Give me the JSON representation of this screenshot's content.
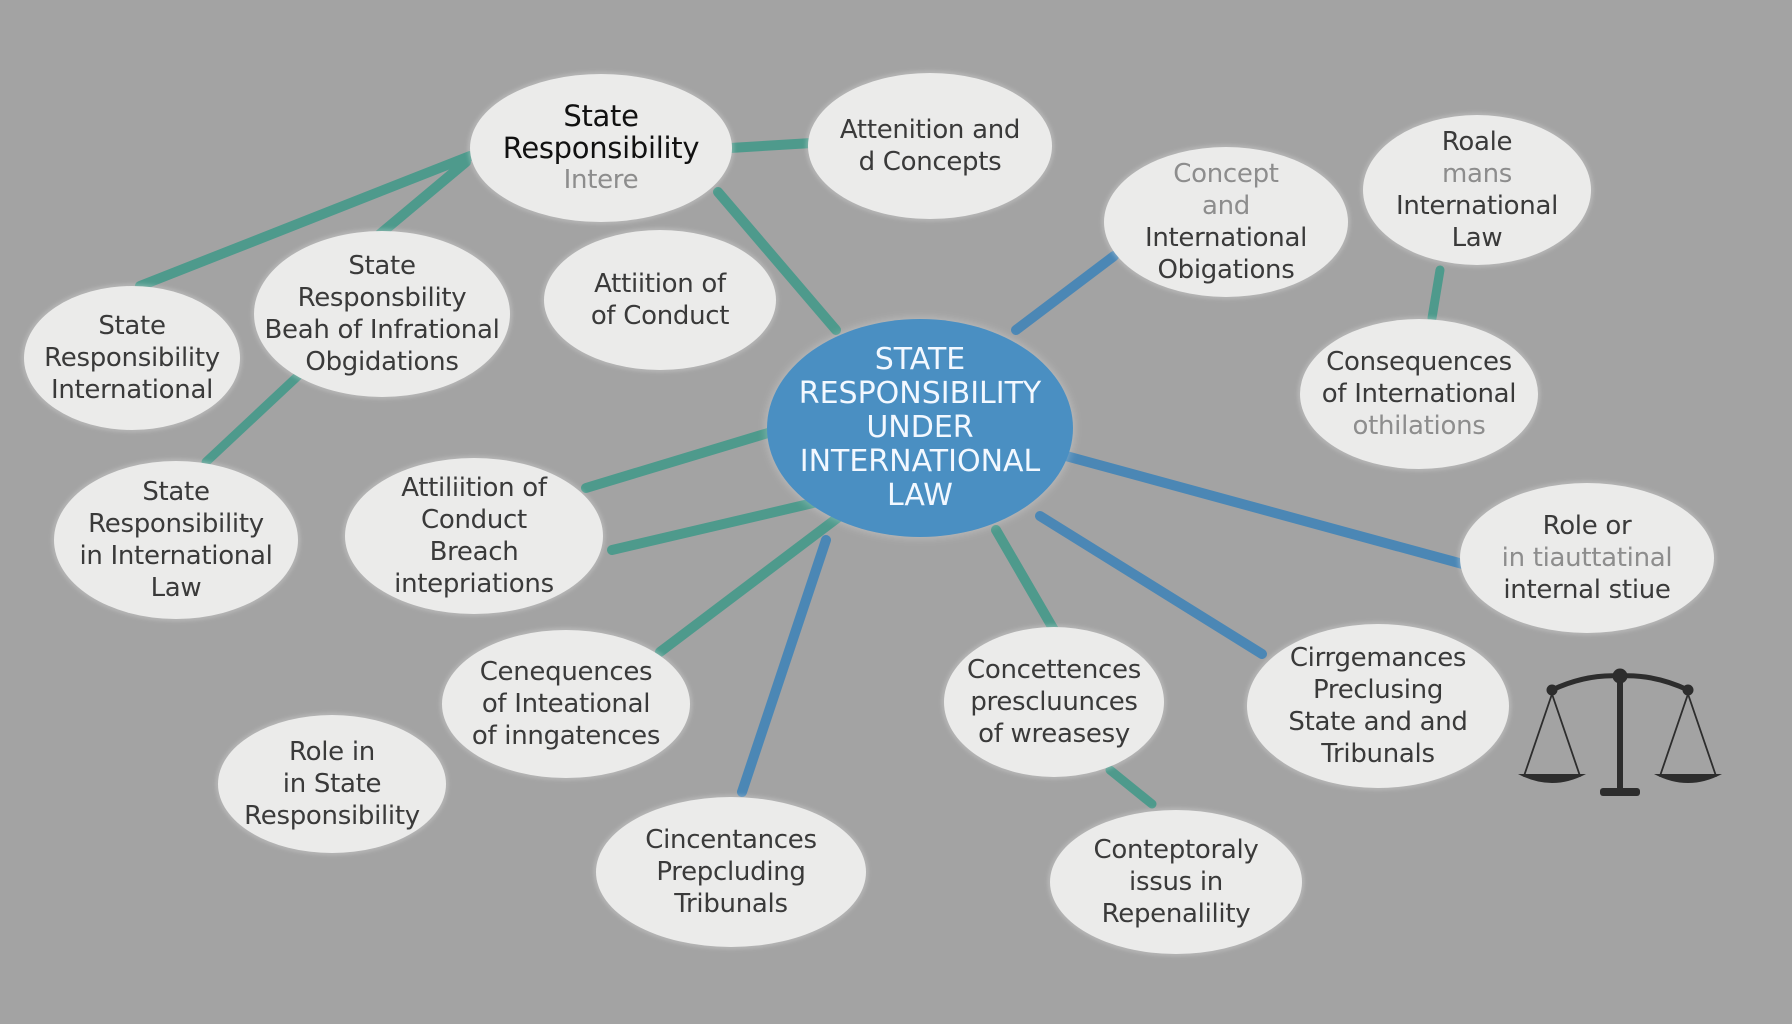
{
  "colors": {
    "background": "#a3a3a3",
    "node_fill": "#ebebea",
    "center_fill": "#4a8fc2",
    "teal_link": "#4e9a8c",
    "blue_link": "#4b87b5"
  },
  "center": {
    "lines": [
      "STATE",
      "RESPONSIBILITY",
      "UNDER",
      "INTERNATIONAL",
      "LAW"
    ]
  },
  "nodes": [
    {
      "id": "n1",
      "lines": [
        "State",
        "Responsibility",
        "Intere"
      ]
    },
    {
      "id": "n2",
      "lines": [
        "Attenition and",
        "d Concepts"
      ]
    },
    {
      "id": "n3",
      "lines": [
        "Attiition of",
        "of Conduct"
      ]
    },
    {
      "id": "n4",
      "lines": [
        "State",
        "Responsbility",
        "Beah of Infrational",
        "Obgidations"
      ]
    },
    {
      "id": "n5",
      "lines": [
        "State",
        "Responsibility",
        "International"
      ]
    },
    {
      "id": "n6",
      "lines": [
        "State",
        "Responsibility",
        "in International",
        "Law"
      ]
    },
    {
      "id": "n7",
      "lines": [
        "Attiliition of",
        "Conduct",
        "Breach",
        "intepriations"
      ]
    },
    {
      "id": "n8",
      "lines": [
        "Cenequences",
        "of Inteational",
        "of inngatences"
      ]
    },
    {
      "id": "n9",
      "lines": [
        "Role in",
        "in State",
        "Responsibility"
      ]
    },
    {
      "id": "n10",
      "lines": [
        "Cincentances",
        "Prepcluding",
        "Tribunals"
      ]
    },
    {
      "id": "n11",
      "lines": [
        "Concettences",
        "prescluunces",
        "of wreasesy"
      ]
    },
    {
      "id": "n12",
      "lines": [
        "Conteptoraly",
        "issus in",
        "Repenalility"
      ]
    },
    {
      "id": "n13",
      "lines": [
        "Cirrgemances",
        "Preclusing",
        "State and and",
        "Tribunals"
      ]
    },
    {
      "id": "n14",
      "lines": [
        "Role or",
        "in tiauttatinal",
        "internal stiue"
      ]
    },
    {
      "id": "n15",
      "lines": [
        "Consequences",
        "of International",
        "othilations"
      ]
    },
    {
      "id": "n16",
      "lines": [
        "Roale",
        "mans",
        "International",
        "Law"
      ]
    },
    {
      "id": "n17",
      "lines": [
        "Concept",
        "and",
        "International",
        "Obigations"
      ]
    }
  ],
  "scales_icon": "balance-scales-icon"
}
